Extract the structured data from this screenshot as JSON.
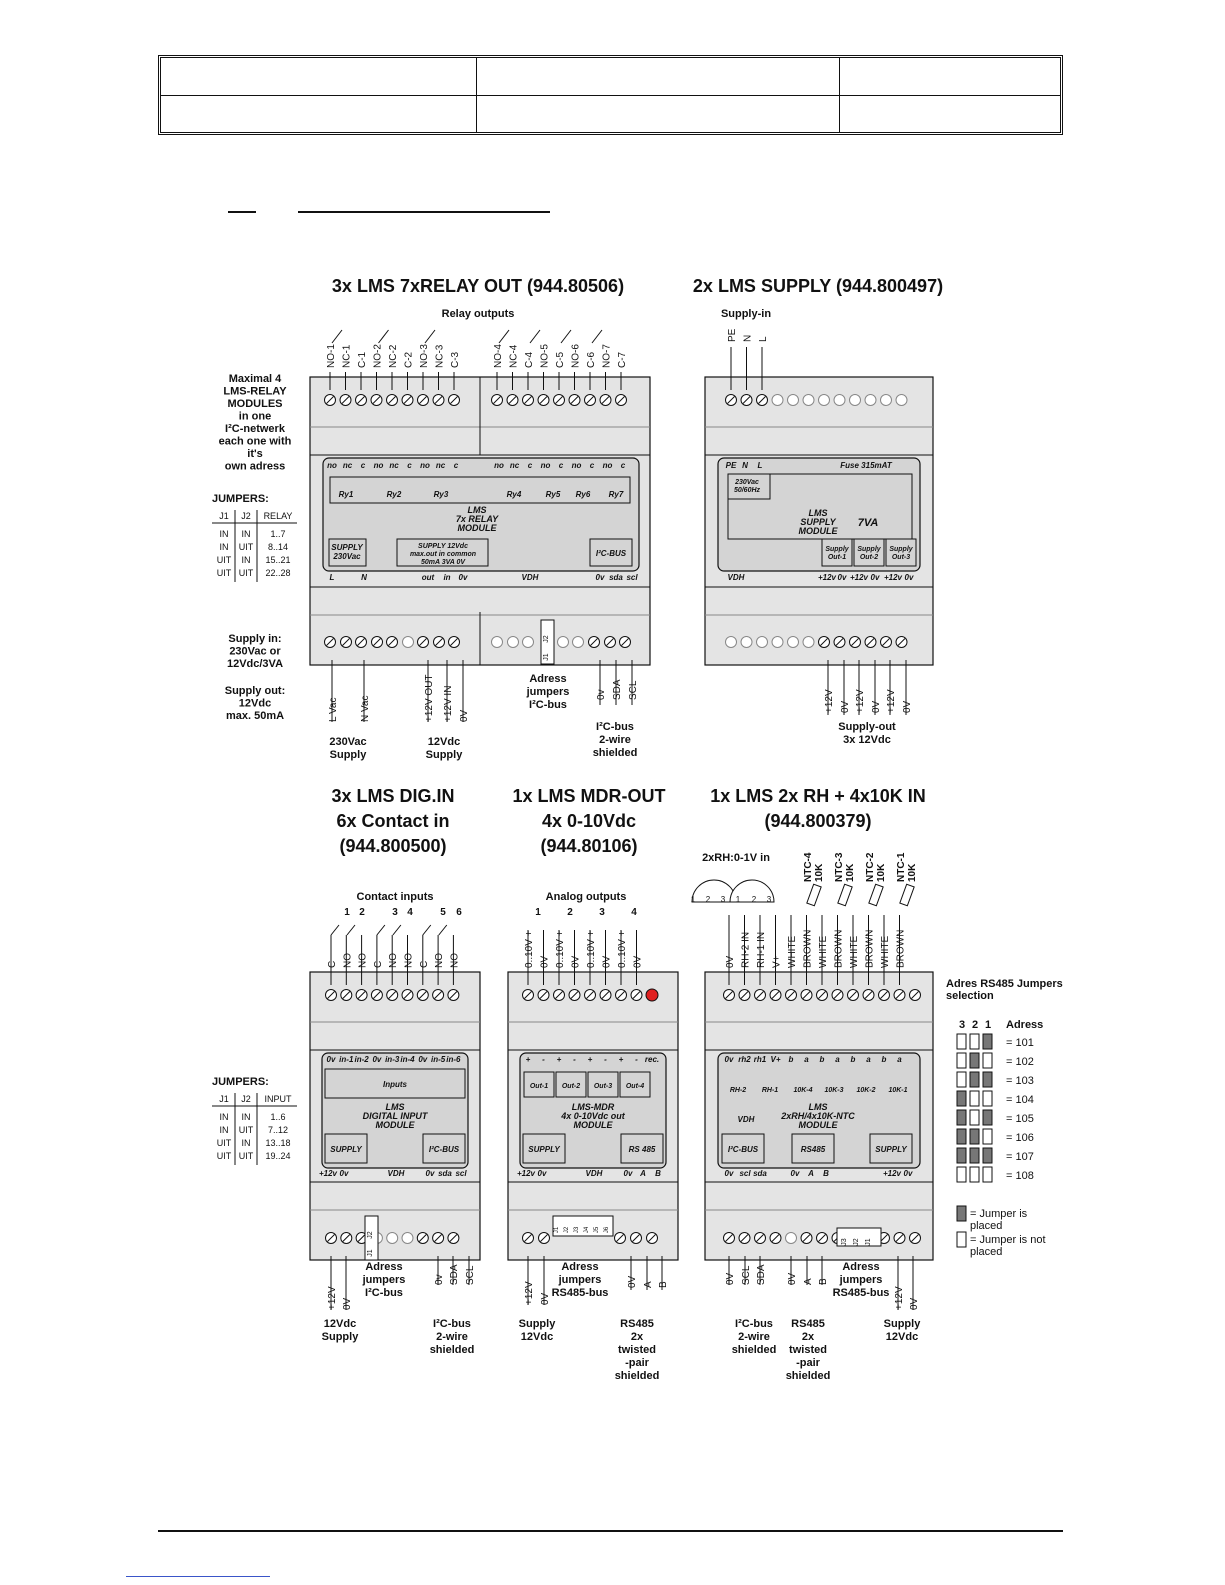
{
  "modules": {
    "relay": {
      "title": "3x LMS 7xRELAY OUT (944.80506)",
      "outputs_label": "Relay outputs",
      "terminals_top": [
        "NO-1",
        "NC-1",
        "C-1",
        "NO-2",
        "NC-2",
        "C-2",
        "NO-3",
        "NC-3",
        "C-3",
        "NO-4",
        "NC-4",
        "C-4",
        "NO-5",
        "C-5",
        "NO-6",
        "C-6",
        "NO-7",
        "C-7"
      ],
      "side_note": [
        "Maximal 4",
        "LMS-RELAY",
        "MODULES",
        "in one",
        "I²C-netwerk",
        "each one with",
        "it's",
        "own adress"
      ],
      "jumpers_title": "JUMPERS:",
      "jumper_headers": [
        "J1",
        "J2",
        "RELAY"
      ],
      "jumper_rows": [
        [
          "IN",
          "IN",
          "1..7"
        ],
        [
          "IN",
          "UIT",
          "8..14"
        ],
        [
          "UIT",
          "IN",
          "15..21"
        ],
        [
          "UIT",
          "UIT",
          "22..28"
        ]
      ],
      "contacts": [
        "no",
        "nc",
        "c",
        "no",
        "nc",
        "c",
        "no",
        "nc",
        "c",
        "no",
        "nc",
        "c",
        "no",
        "c",
        "no",
        "c",
        "no",
        "c"
      ],
      "relays": [
        "Ry1",
        "Ry2",
        "Ry3",
        "Ry4",
        "Ry5",
        "Ry6",
        "Ry7"
      ],
      "module_name": [
        "LMS",
        "7x RELAY",
        "MODULE"
      ],
      "supply_box": [
        "SUPPLY",
        "230Vac"
      ],
      "supply12_box": [
        "SUPPLY 12Vdc",
        "max.out    in    common",
        "50mA    3VA    0V"
      ],
      "i2c_box": "I²C-BUS",
      "bottom_marks": [
        "L",
        "N",
        "out",
        "in",
        "0v",
        "VDH",
        "0v",
        "sda",
        "scl"
      ],
      "bottom_terms": [
        "L Vac",
        "N Vac",
        "+12V OUT",
        "+12V IN",
        "0V",
        "0v",
        "SDA",
        "SCL"
      ],
      "supply_in_note": [
        "Supply in:",
        "230Vac or",
        "12Vdc/3VA"
      ],
      "supply_out_note": [
        "Supply out:",
        "12Vdc",
        "max. 50mA"
      ],
      "captions": [
        [
          "230Vac",
          "Supply"
        ],
        [
          "12Vdc",
          "Supply"
        ]
      ],
      "adress_jumpers": [
        "Adress",
        "jumpers",
        "I²C-bus"
      ],
      "i2c_caption": [
        "I²C-bus",
        "2-wire",
        "shielded"
      ],
      "jlabels": [
        "J1",
        "J2"
      ]
    },
    "supply": {
      "title": "2x LMS SUPPLY (944.800497)",
      "supply_in": "Supply-in",
      "terminals_top": [
        "PE",
        "N",
        "L"
      ],
      "marks": [
        "PE",
        "N",
        "L"
      ],
      "fuse": "Fuse 315mAT",
      "vac": [
        "230Vac",
        "50/60Hz"
      ],
      "module_name": [
        "LMS",
        "SUPPLY",
        "MODULE"
      ],
      "va": "7VA",
      "outs": [
        [
          "Supply",
          "Out-1"
        ],
        [
          "Supply",
          "Out-2"
        ],
        [
          "Supply",
          "Out-3"
        ]
      ],
      "bottom_marks": [
        "VDH",
        "+12v",
        "0v",
        "+12v",
        "0v",
        "+12v",
        "0v"
      ],
      "bottom_terms": [
        "+12V",
        "0V",
        "+12V",
        "0V",
        "+12V",
        "0V"
      ],
      "caption": [
        "Supply-out",
        "3x 12Vdc"
      ]
    },
    "digin": {
      "title": [
        "3x LMS DIG.IN",
        "6x Contact in",
        "(944.800500)"
      ],
      "inputs_label": "Contact inputs",
      "numbers": [
        "1",
        "2",
        "3",
        "4",
        "5",
        "6"
      ],
      "terminals_top": [
        "C",
        "NO",
        "NO",
        "C",
        "NO",
        "NO",
        "C",
        "NO",
        "NO"
      ],
      "marks": [
        "0v",
        "in-1",
        "in-2",
        "0v",
        "in-3",
        "in-4",
        "0v",
        "in-5",
        "in-6"
      ],
      "inputs_box": "Inputs",
      "module_name": [
        "LMS",
        "DIGITAL INPUT",
        "MODULE"
      ],
      "supply_box": "SUPPLY",
      "i2c_box": "I²C-BUS",
      "bottom_marks": [
        "+12v",
        "0v",
        "VDH",
        "0v",
        "sda",
        "scl"
      ],
      "bottom_terms": [
        "+12V",
        "0V",
        "0v",
        "SDA",
        "SCL"
      ],
      "jumpers_title": "JUMPERS:",
      "jumper_headers": [
        "J1",
        "J2",
        "INPUT"
      ],
      "jumper_rows": [
        [
          "IN",
          "IN",
          "1..6"
        ],
        [
          "IN",
          "UIT",
          "7..12"
        ],
        [
          "UIT",
          "IN",
          "13..18"
        ],
        [
          "UIT",
          "UIT",
          "19..24"
        ]
      ],
      "adress_jumpers": [
        "Adress",
        "jumpers",
        "I²C-bus"
      ],
      "captions": [
        [
          "12Vdc",
          "Supply"
        ],
        [
          "I²C-bus",
          "2-wire",
          "shielded"
        ]
      ],
      "jlabels": [
        "J1",
        "J2"
      ]
    },
    "mdr": {
      "title": [
        "1x LMS MDR-OUT",
        "4x 0-10Vdc",
        "(944.80106)"
      ],
      "outputs_label": "Analog outputs",
      "numbers": [
        "1",
        "2",
        "3",
        "4"
      ],
      "terminals_top": [
        "0..10V +",
        "0V",
        "0..10V +",
        "0V",
        "0..10V +",
        "0V",
        "0..10V +",
        "0V"
      ],
      "marks": [
        "+",
        "-",
        "+",
        "-",
        "+",
        "-",
        "+",
        "-",
        "rec."
      ],
      "outs": [
        "Out-1",
        "Out-2",
        "Out-3",
        "Out-4"
      ],
      "module_name": [
        "LMS-MDR",
        "4x 0-10Vdc out",
        "MODULE"
      ],
      "supply_box": "SUPPLY",
      "rs_box": "RS 485",
      "bottom_marks": [
        "+12v",
        "0v",
        "VDH",
        "0v",
        "A",
        "B"
      ],
      "bottom_terms": [
        "+12V",
        "0V",
        "0V",
        "A",
        "B"
      ],
      "adress_jumpers": [
        "Adress",
        "jumpers",
        "RS485-bus"
      ],
      "jlabels": [
        "J1",
        "J2",
        "J3",
        "J4",
        "J5",
        "J6"
      ],
      "captions": [
        [
          "Supply",
          "12Vdc"
        ],
        [
          "RS485",
          "2x",
          "twisted",
          "-pair",
          "shielded"
        ]
      ]
    },
    "rh": {
      "title": [
        "1x LMS 2x RH + 4x10K IN",
        "(944.800379)"
      ],
      "rh_label": "2xRH:0-1V in",
      "sensor_pins": [
        "1",
        "2",
        "3",
        "1",
        "2",
        "3"
      ],
      "ntc": [
        [
          "NTC-4",
          "10K"
        ],
        [
          "NTC-3",
          "10K"
        ],
        [
          "NTC-2",
          "10K"
        ],
        [
          "NTC-1",
          "10K"
        ]
      ],
      "terminals_top": [
        "0V",
        "RH-2 IN",
        "RH-1 IN",
        "V+",
        "WHITE",
        "BROWN",
        "WHITE",
        "BROWN",
        "WHITE",
        "BROWN",
        "WHITE",
        "BROWN"
      ],
      "marks": [
        "0v",
        "rh2",
        "rh1",
        "V+",
        "b",
        "a",
        "b",
        "a",
        "b",
        "a",
        "b",
        "a"
      ],
      "sub_marks": [
        "RH-2",
        "RH-1",
        "10K-4",
        "10K-3",
        "10K-2",
        "10K-1"
      ],
      "module_name": [
        "LMS",
        "2xRH/4x10K-NTC",
        "MODULE"
      ],
      "vdh": "VDH",
      "i2c_box": "I²C-BUS",
      "rs_box": "RS485",
      "supply_box": "SUPPLY",
      "bottom_marks": [
        "0v",
        "scl",
        "sda",
        "0v",
        "A",
        "B",
        "+12v",
        "0v"
      ],
      "bottom_terms": [
        "0V",
        "SCL",
        "SDA",
        "0V",
        "A",
        "B",
        "+12V",
        "0V"
      ],
      "adress_jumpers": [
        "Adress",
        "jumpers",
        "RS485-bus"
      ],
      "jlabels": [
        "J3",
        "J2",
        "J1"
      ],
      "captions": [
        [
          "I²C-bus",
          "2-wire",
          "shielded"
        ],
        [
          "RS485",
          "2x",
          "twisted",
          "-pair",
          "shielded"
        ],
        [
          "Supply",
          "12Vdc"
        ]
      ],
      "rs485_title": [
        "Adres RS485 Jumpers",
        "selection"
      ],
      "adress_header": [
        "3",
        "2",
        "1",
        "Adress"
      ],
      "adress_rows": [
        {
          "bits": [
            0,
            0,
            1
          ],
          "label": "= 101"
        },
        {
          "bits": [
            0,
            1,
            0
          ],
          "label": "= 102"
        },
        {
          "bits": [
            0,
            1,
            1
          ],
          "label": "= 103"
        },
        {
          "bits": [
            1,
            0,
            0
          ],
          "label": "= 104"
        },
        {
          "bits": [
            1,
            0,
            1
          ],
          "label": "= 105"
        },
        {
          "bits": [
            1,
            1,
            0
          ],
          "label": "= 106"
        },
        {
          "bits": [
            1,
            1,
            1
          ],
          "label": "= 107"
        },
        {
          "bits": [
            0,
            0,
            0
          ],
          "label": "= 108"
        }
      ],
      "legend_placed": [
        "= Jumper is",
        "placed"
      ],
      "legend_not": [
        "= Jumper is not",
        "placed"
      ]
    }
  },
  "colors": {
    "ink": "#111111",
    "module": "#e4e4e4",
    "panel": "#d4d4d4",
    "jumper": "#777777",
    "led": "#e02020"
  }
}
